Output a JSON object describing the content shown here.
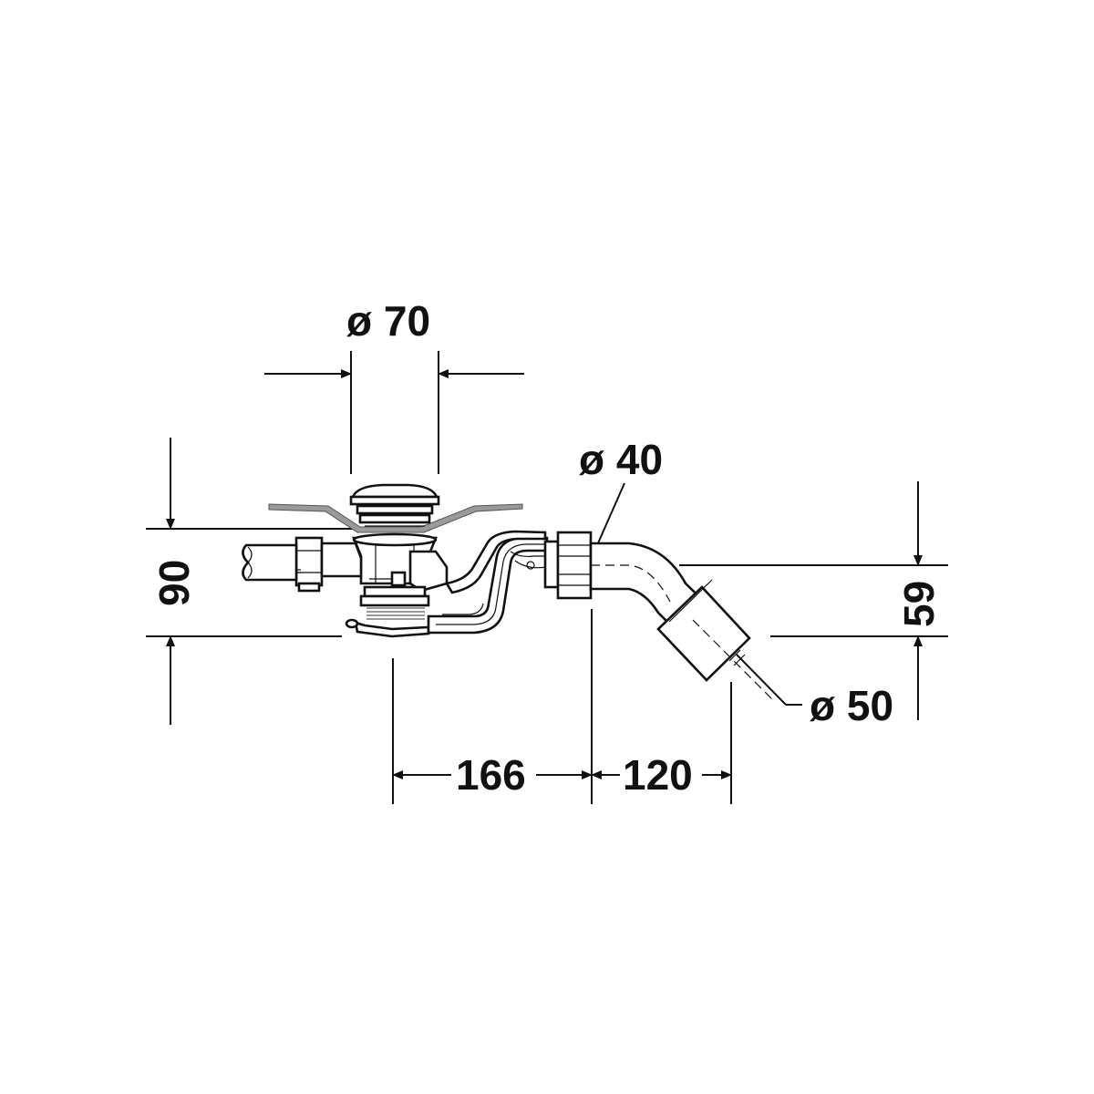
{
  "drawing": {
    "dimensions": {
      "top_diameter": "ø 70",
      "outlet_diameter": "ø 40",
      "pipe_diameter": "ø 50",
      "left_height": "90",
      "right_height": "59",
      "horizontal_1": "166",
      "horizontal_2": "120"
    },
    "colors": {
      "line": "#111111",
      "plate": "#9a9a9a",
      "background": "#ffffff"
    }
  }
}
